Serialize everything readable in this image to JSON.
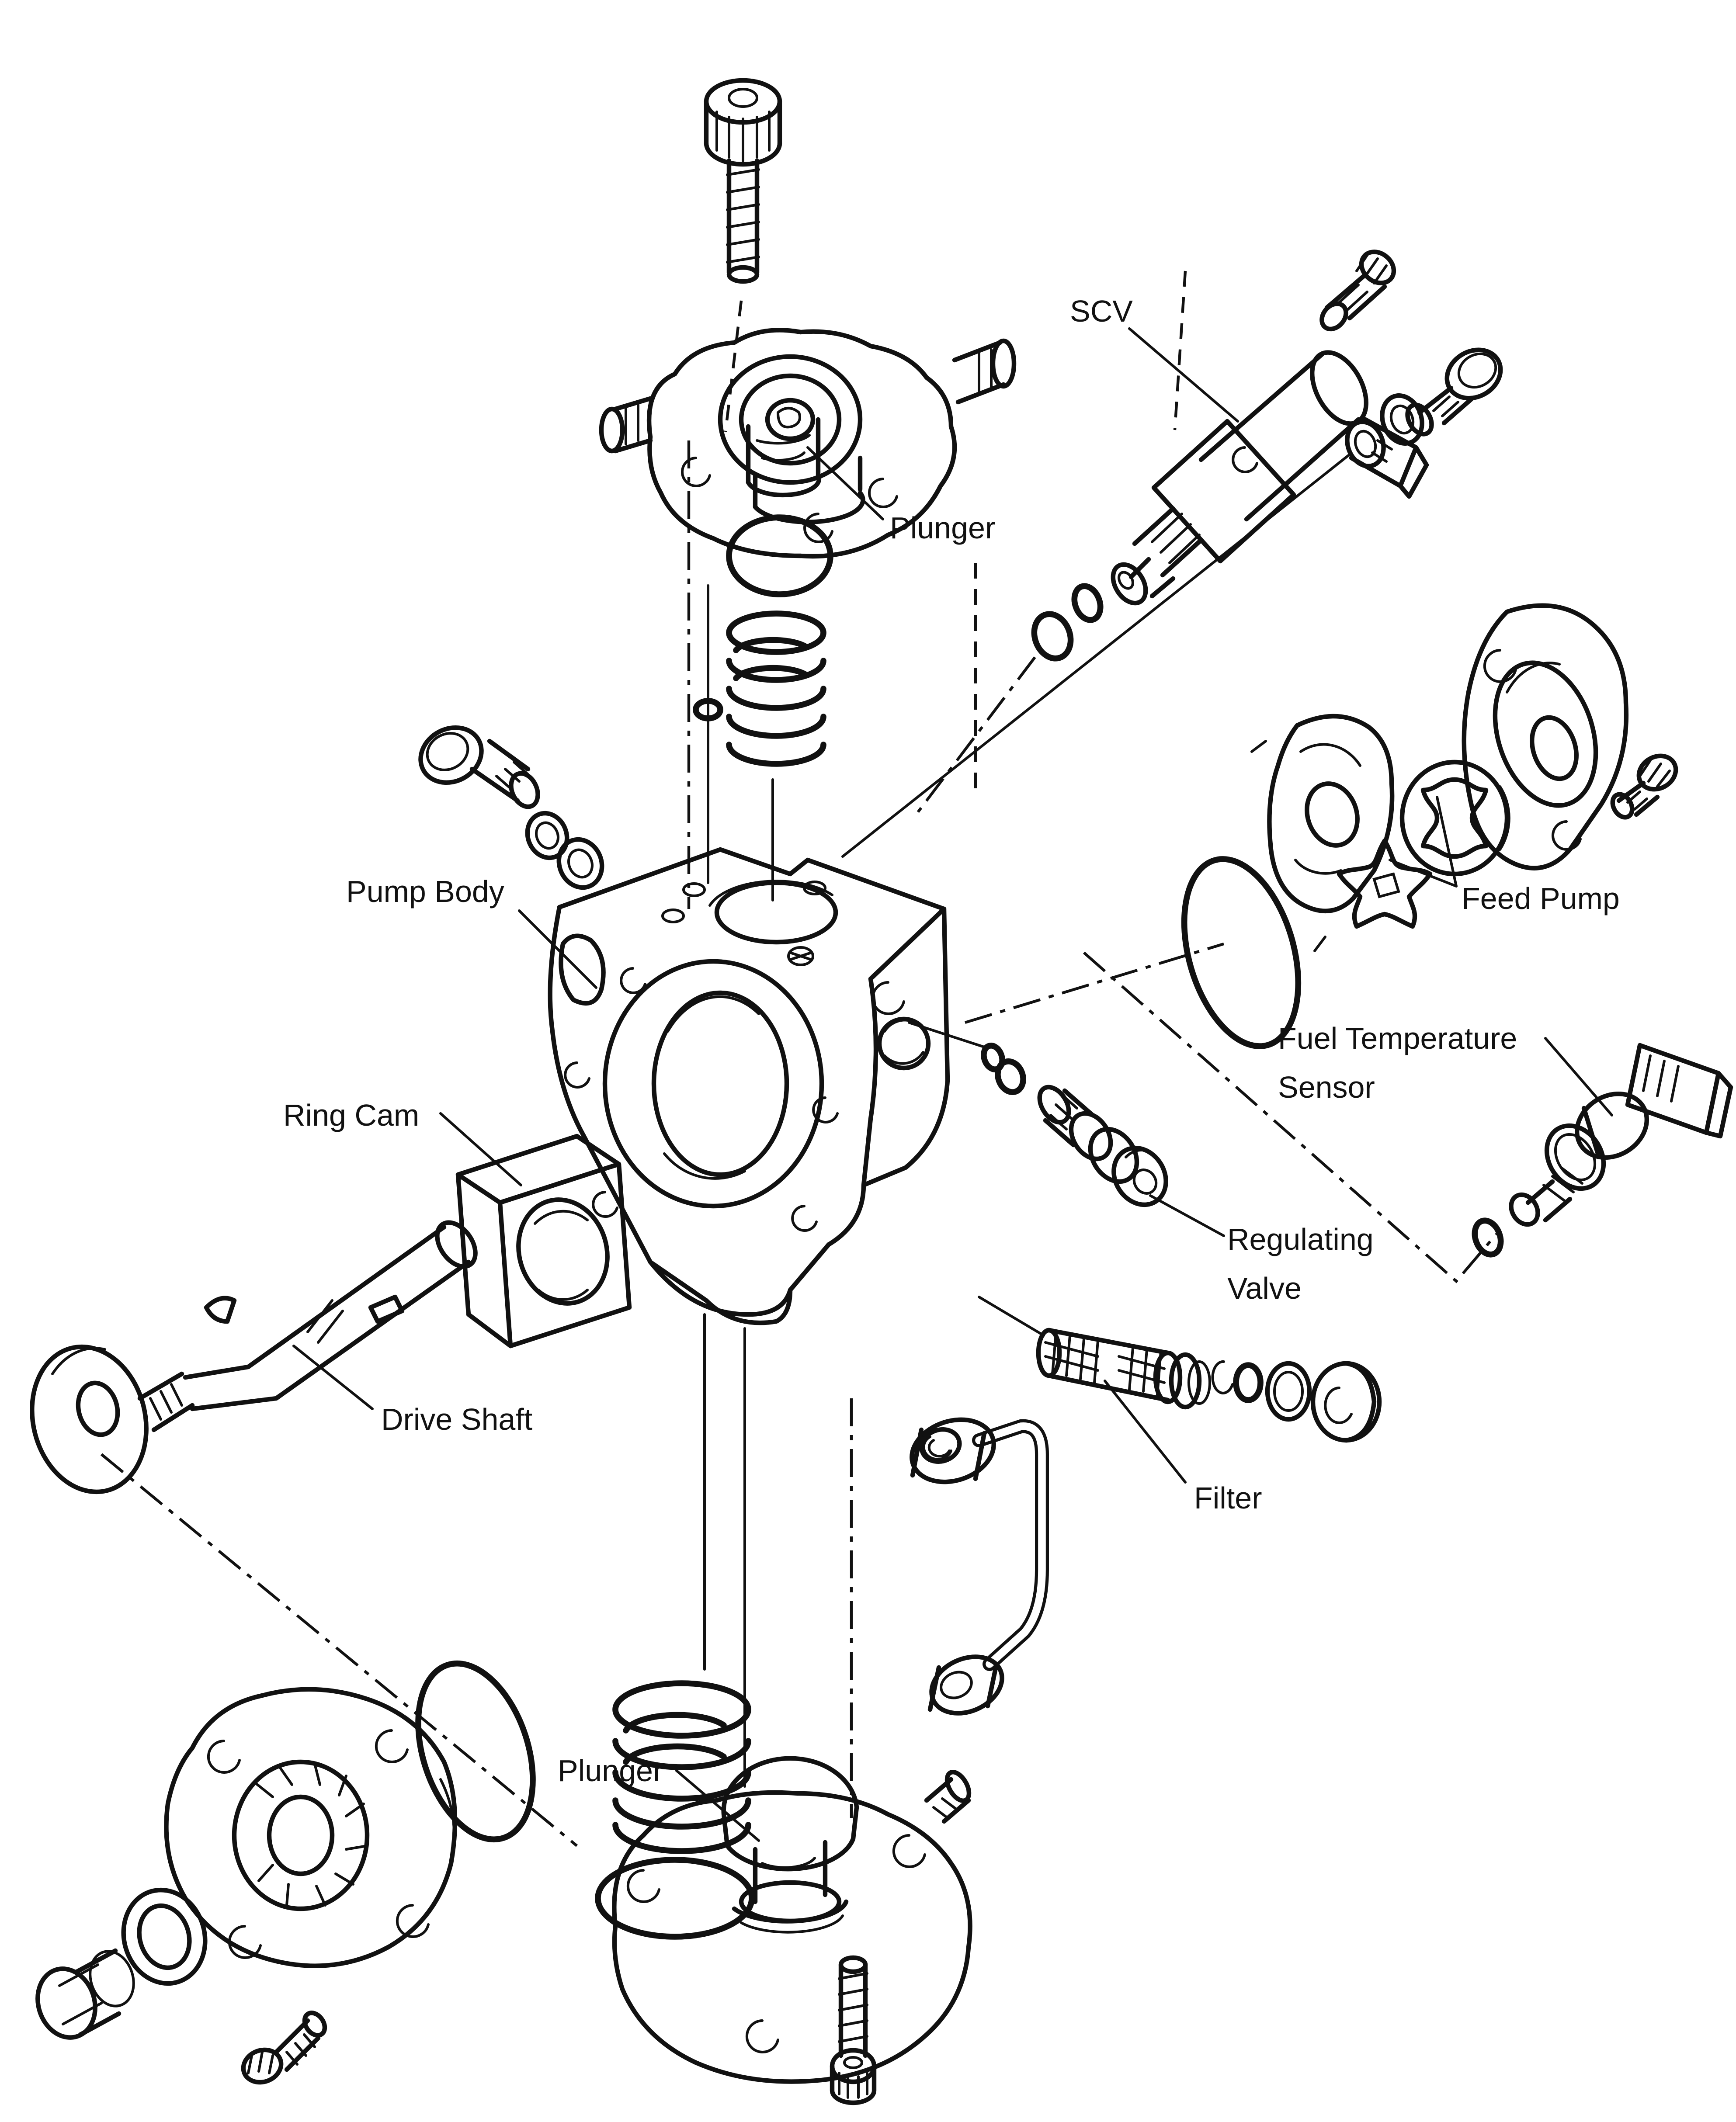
{
  "diagram": {
    "type": "exploded-parts-diagram",
    "subject": "fuel-supply-pump",
    "background_color": "#ffffff",
    "line_color": "#111111",
    "labels": {
      "scv": "SCV",
      "plunger_top": "Plunger",
      "feed_pump": "Feed Pump",
      "pump_body": "Pump Body",
      "fuel_temp_line1": "Fuel Temperature",
      "fuel_temp_line2": "Sensor",
      "ring_cam": "Ring Cam",
      "regulating_line1": "Regulating",
      "regulating_line2": "Valve",
      "drive_shaft": "Drive Shaft",
      "filter": "Filter",
      "plunger_bottom": "Plunger"
    }
  }
}
